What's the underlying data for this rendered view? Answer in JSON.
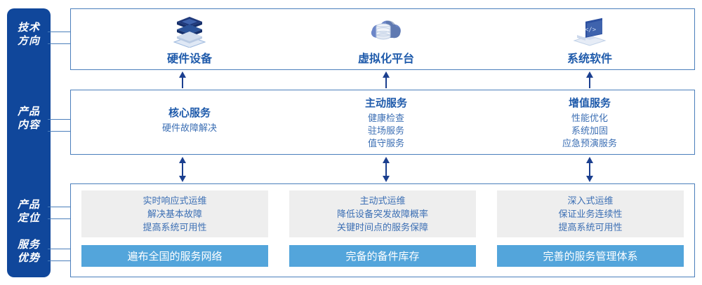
{
  "rail": {
    "items": [
      {
        "name": "technology-direction",
        "line1": "技术",
        "line2": "方向"
      },
      {
        "name": "product-content",
        "line1": "产品",
        "line2": "内容"
      },
      {
        "name": "product-positioning",
        "line1": "产品",
        "line2": "定位"
      },
      {
        "name": "service-advantage",
        "line1": "服务",
        "line2": "优势"
      }
    ]
  },
  "technology_row": {
    "cells": [
      {
        "icon": "server-stack-icon",
        "label": "硬件设备"
      },
      {
        "icon": "cloud-database-icon",
        "label": "虚拟化平台"
      },
      {
        "icon": "laptop-code-icon",
        "label": "系统软件"
      }
    ]
  },
  "content_row": {
    "cells": [
      {
        "title": "核心服务",
        "items": [
          "硬件故障解决"
        ]
      },
      {
        "title": "主动服务",
        "items": [
          "健康检查",
          "驻场服务",
          "值守服务"
        ]
      },
      {
        "title": "增值服务",
        "items": [
          "性能优化",
          "系统加固",
          "应急预演服务"
        ]
      }
    ]
  },
  "positioning_row": {
    "cells": [
      {
        "items": [
          "实时响应式运维",
          "解决基本故障",
          "提高系统可用性"
        ]
      },
      {
        "items": [
          "主动式运维",
          "降低设备突发故障概率",
          "关键时间点的服务保障"
        ]
      },
      {
        "items": [
          "深入式运维",
          "保证业务连续性",
          "提高系统可用性"
        ]
      }
    ]
  },
  "advantage_row": {
    "cells": [
      {
        "label": "遍布全国的服务网络"
      },
      {
        "label": "完备的备件库存"
      },
      {
        "label": "完善的服务管理体系"
      }
    ]
  },
  "colors": {
    "rail_blue": "#10479b",
    "panel_border": "#4a7ebb",
    "title_blue": "#1f5bab",
    "body_blue": "#3c6fb4",
    "grey_box": "#eeeeee",
    "bar_blue": "#53a5db",
    "arrow_navy": "#1b3f8f"
  }
}
